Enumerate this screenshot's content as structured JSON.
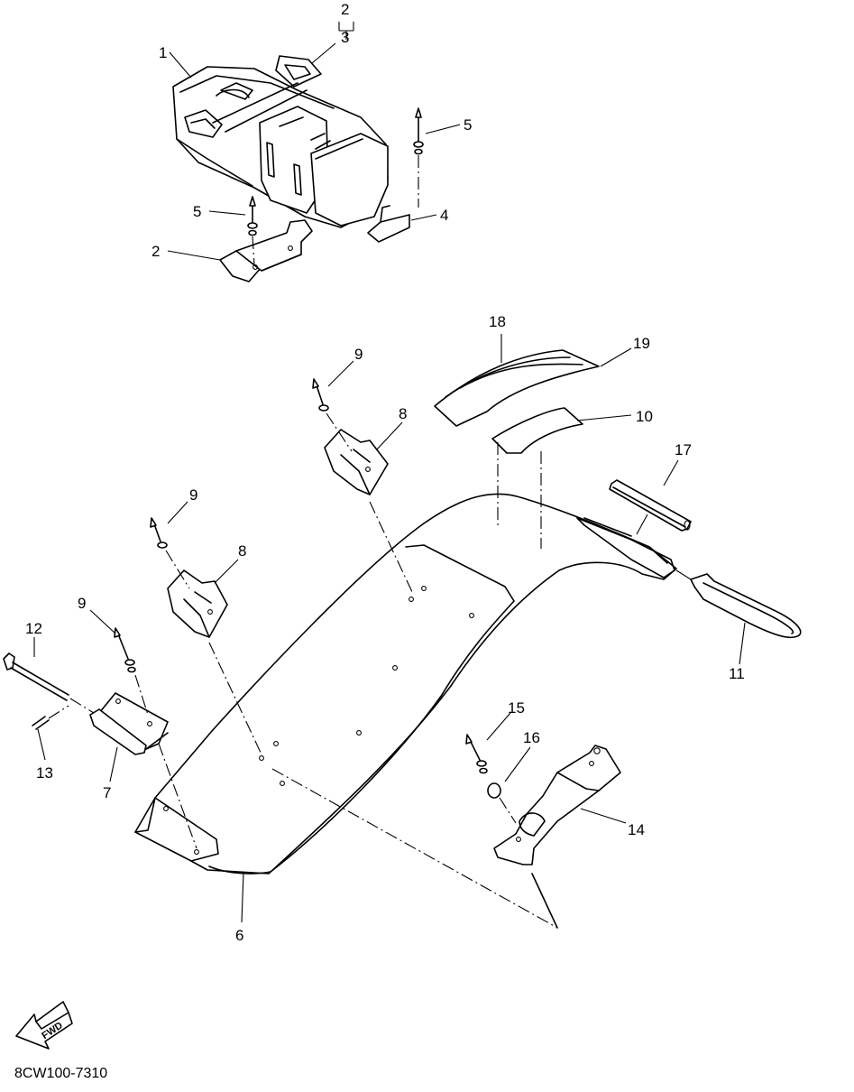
{
  "diagram": {
    "code": "8CW100-7310",
    "fwd_label": "FWD",
    "callouts": {
      "c1": "1",
      "c2_top": "2",
      "c3": "3",
      "c2_bottom": "2",
      "c4": "4",
      "c5_right": "5",
      "c5_left": "5",
      "c6": "6",
      "c7": "7",
      "c8_upper": "8",
      "c8_lower": "8",
      "c9_upper": "9",
      "c9_middle": "9",
      "c9_lower": "9",
      "c10": "10",
      "c11": "11",
      "c12": "12",
      "c13": "13",
      "c14": "14",
      "c15": "15",
      "c16": "16",
      "c17": "17",
      "c18": "18",
      "c19": "19"
    }
  }
}
